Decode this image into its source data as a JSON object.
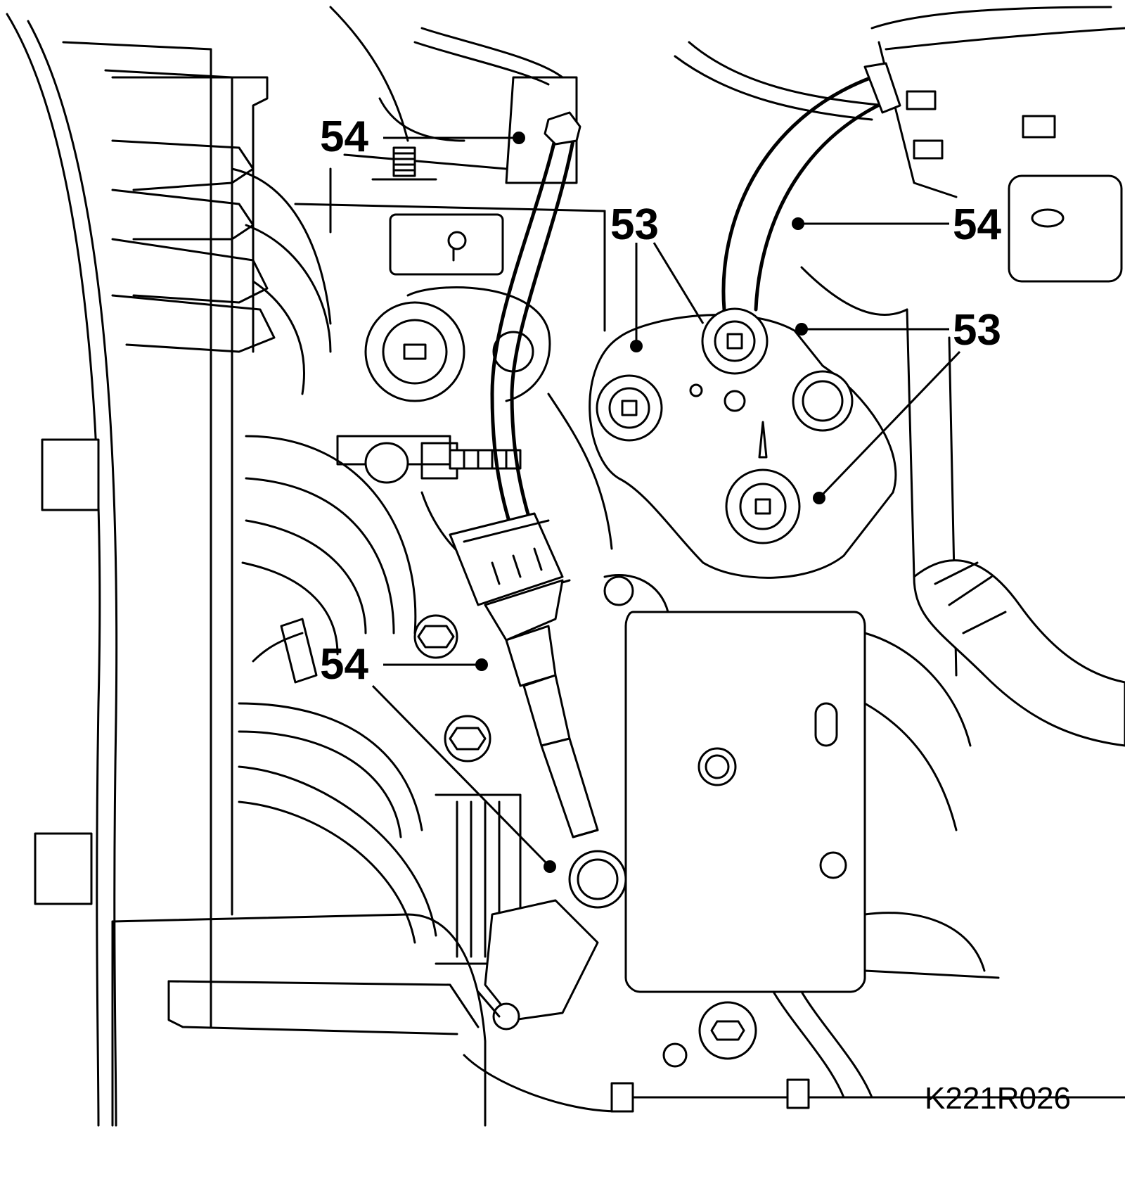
{
  "diagram": {
    "reference_code": "K221R026",
    "callouts": [
      {
        "id": "c1",
        "label": "54"
      },
      {
        "id": "c2",
        "label": "53"
      },
      {
        "id": "c3",
        "label": "54"
      },
      {
        "id": "c4",
        "label": "53"
      },
      {
        "id": "c5",
        "label": "54"
      }
    ],
    "colors": {
      "line": "#000000",
      "background": "#ffffff"
    }
  }
}
